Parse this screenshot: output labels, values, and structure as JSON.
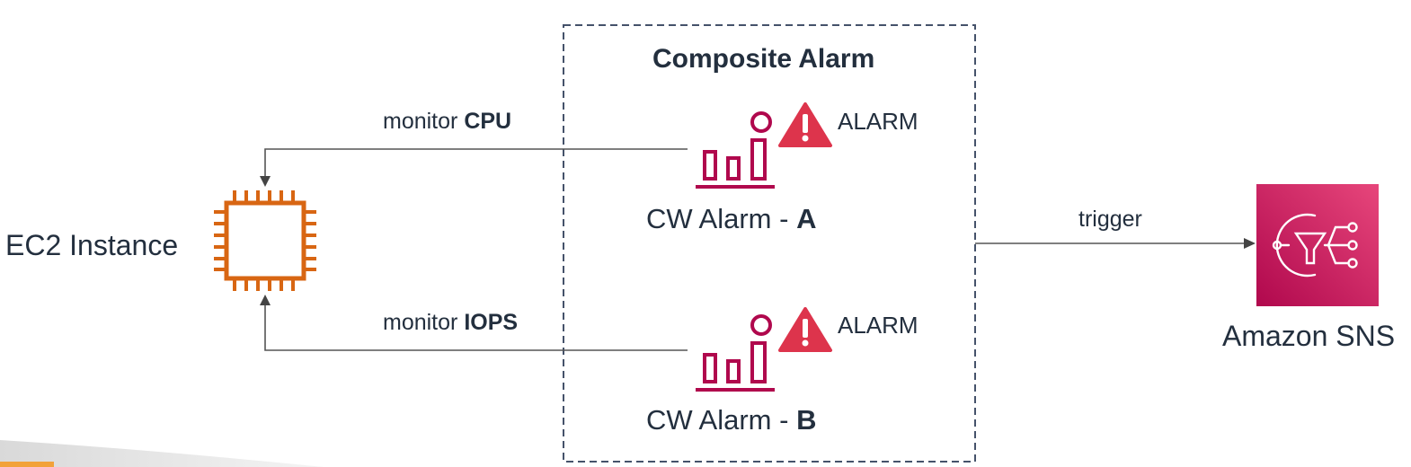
{
  "composite": {
    "title": "Composite Alarm"
  },
  "ec2": {
    "label": "EC2 Instance"
  },
  "sns": {
    "label": "Amazon SNS"
  },
  "arrows": {
    "cpu": {
      "prefix": "monitor ",
      "metric": "CPU"
    },
    "iops": {
      "prefix": "monitor ",
      "metric": "IOPS"
    },
    "trigger": "trigger"
  },
  "alarms": [
    {
      "prefix": "CW Alarm - ",
      "suffix": "A",
      "status": "ALARM"
    },
    {
      "prefix": "CW Alarm - ",
      "suffix": "B",
      "status": "ALARM"
    }
  ],
  "colors": {
    "ec2": "#d86613",
    "alarm_icon": "#b0084d",
    "warning": "#dd344c",
    "sns_top": "#e7467b",
    "sns_bottom": "#b0084d",
    "line": "#555555",
    "dash": "#45526a"
  },
  "icons": {
    "ec2": "ec2-chip-icon",
    "alarm": "cloudwatch-alarm-icon",
    "warning": "warning-triangle-icon",
    "sns": "sns-topic-icon"
  }
}
